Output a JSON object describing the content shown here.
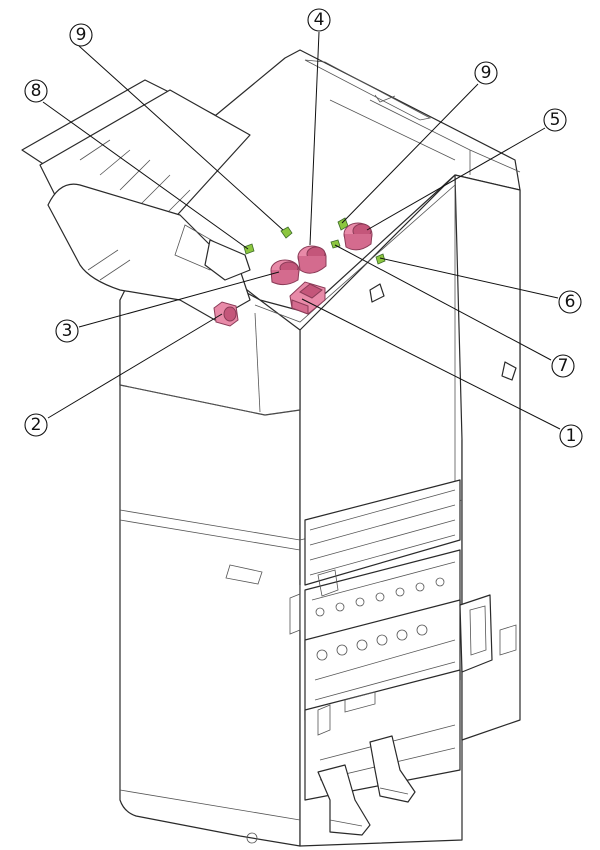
{
  "diagram": {
    "colors": {
      "line": "#2a2a2a",
      "highlight_knob": "#e88aa8",
      "highlight_knob_dark": "#c4567a",
      "highlight_lever": "#8cc63f"
    },
    "callouts": [
      {
        "id": "c1",
        "label": "1"
      },
      {
        "id": "c2",
        "label": "2"
      },
      {
        "id": "c3",
        "label": "3"
      },
      {
        "id": "c4",
        "label": "4"
      },
      {
        "id": "c5",
        "label": "5"
      },
      {
        "id": "c6",
        "label": "6"
      },
      {
        "id": "c7",
        "label": "7"
      },
      {
        "id": "c8",
        "label": "8"
      },
      {
        "id": "c9a",
        "label": "9"
      },
      {
        "id": "c9b",
        "label": "9"
      }
    ]
  }
}
